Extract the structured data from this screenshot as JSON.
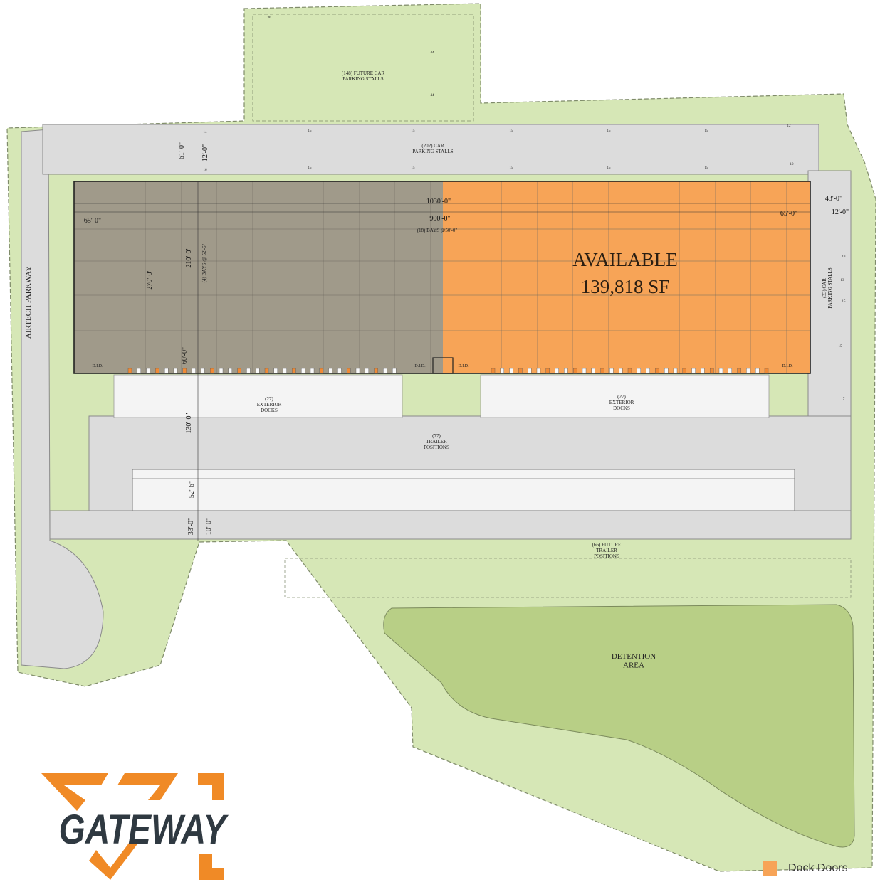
{
  "road_label": "AIRTECH PARKWAY",
  "parking": {
    "future_car": "(148) FUTURE CAR\nPARKING STALLS",
    "north_car": "(202) CAR\nPARKING STALLS",
    "east_car": "(33) CAR\nPARKING STALLS",
    "future_trailer": "(66) FUTURE\nTRAILER\nPOSITIONS",
    "trailer": "(77)\nTRAILER\nPOSITIONS",
    "stall_counts": [
      "30",
      "44",
      "44",
      "15",
      "14",
      "16",
      "15",
      "15",
      "15",
      "15",
      "15",
      "15",
      "15",
      "12",
      "10",
      "13",
      "15",
      "15",
      "15",
      "15",
      "13",
      "13",
      "7"
    ]
  },
  "docks": {
    "west": "(27)\nEXTERIOR\nDOCKS",
    "east": "(27)\nEXTERIOR\nDOCKS",
    "did_labels": [
      "D.I.D.",
      "D.I.D.",
      "D.I.D.",
      "D.I.D."
    ]
  },
  "dimensions": {
    "length_total": "1030'-0\"",
    "length_inner": "900'-0\"",
    "bays_long": "(18) BAYS @50'-0\"",
    "end_west": "65'-0\"",
    "end_east": "65'-0\"",
    "depth_total": "270'-0\"",
    "depth_inner": "210'-0\"",
    "bays_short": "(4) BAYS @ 52'-6\"",
    "speed_bay": "60'-0\"",
    "north_drive": "61'-0\"",
    "north_walk": "12'-0\"",
    "east_drive": "43'-0\"",
    "east_walk": "12'-0\"",
    "truck_court": "130'-0\"",
    "trailer_stall": "52'-6\"",
    "south_drive": "33'-0\"",
    "south_walk": "10'-0\""
  },
  "available": {
    "title": "AVAILABLE",
    "area": "139,818 SF"
  },
  "detention": "DETENTION\nAREA",
  "logo": {
    "text": "GATEWAY"
  },
  "legend": {
    "label": "Dock Doors"
  },
  "colors": {
    "landscape": "#d6e7b6",
    "detention": "#b8cf86",
    "pavement": "#dcdcdc",
    "leased": "#a09a8a",
    "available": "#f7a457",
    "dock_door": "#f08a36",
    "logo_orange": "#f08a26",
    "logo_text": "#2f3941"
  }
}
